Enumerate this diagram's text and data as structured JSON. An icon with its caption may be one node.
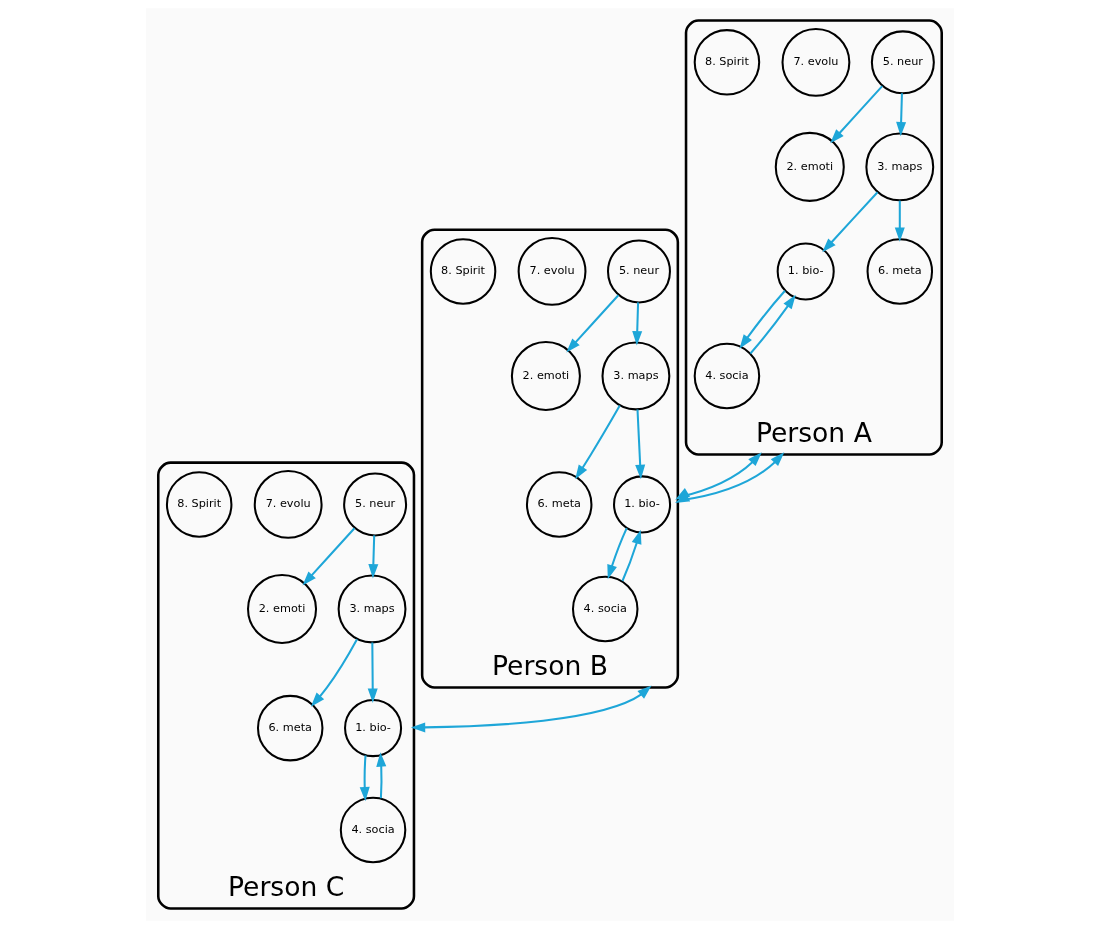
{
  "diagram": {
    "nodes": [
      {
        "text": [
          "Person A"
        ]
      },
      {
        "text": [
          "1. bio-"
        ],
        "in": 0
      },
      {
        "text": [
          "2. emoti"
        ],
        "in": 0
      },
      {
        "text": [
          "3. maps"
        ],
        "in": 0
      },
      {
        "text": [
          "4. socia"
        ],
        "in": 0
      },
      {
        "text": [
          "5. neur"
        ],
        "in": 0
      },
      {
        "text": [
          "6. meta"
        ],
        "in": 0
      },
      {
        "text": [
          "7. evolu"
        ],
        "in": 0
      },
      {
        "text": [
          "8. Spirit"
        ],
        "in": 0
      },
      {
        "text": [
          "Person B"
        ]
      },
      {
        "text": [
          "1. bio-"
        ],
        "in": 9
      },
      {
        "text": [
          "2. emoti"
        ],
        "in": 9
      },
      {
        "text": [
          "3. maps"
        ],
        "in": 9
      },
      {
        "text": [
          "4. socia"
        ],
        "in": 9
      },
      {
        "text": [
          "5. neur"
        ],
        "in": 9
      },
      {
        "text": [
          "6. meta"
        ],
        "in": 9
      },
      {
        "text": [
          "7. evolu"
        ],
        "in": 9
      },
      {
        "text": [
          "8. Spirit"
        ],
        "in": 9
      },
      {
        "text": [
          "Person C"
        ]
      },
      {
        "text": [
          "1. bio-"
        ],
        "in": 18
      },
      {
        "text": [
          "2. emoti"
        ],
        "in": 18
      },
      {
        "text": [
          "3. maps"
        ],
        "in": 18
      },
      {
        "text": [
          "4. socia"
        ],
        "in": 18
      },
      {
        "text": [
          "5. neur"
        ],
        "in": 18
      },
      {
        "text": [
          "6. meta"
        ],
        "in": 18
      },
      {
        "text": [
          "7. evolu"
        ],
        "in": 18
      },
      {
        "text": [
          "8. Spirit"
        ],
        "in": 18
      }
    ],
    "edges": [
      {
        "from": 3,
        "to": 1,
        "arrow": "to"
      },
      {
        "from": 4,
        "to": 1,
        "arrow": "to"
      },
      {
        "from": 1,
        "to": 4,
        "arrow": "to"
      },
      {
        "from": 5,
        "to": 2,
        "arrow": "to"
      },
      {
        "from": 5,
        "to": 3,
        "arrow": "to"
      },
      {
        "from": 3,
        "to": 6,
        "arrow": "to"
      },
      {
        "from": 12,
        "to": 10,
        "arrow": "to"
      },
      {
        "from": 13,
        "to": 10,
        "arrow": "to"
      },
      {
        "from": 10,
        "to": 13,
        "arrow": "to"
      },
      {
        "from": 14,
        "to": 11,
        "arrow": "to"
      },
      {
        "from": 14,
        "to": 12,
        "arrow": "to"
      },
      {
        "from": 12,
        "to": 15,
        "arrow": "to"
      },
      {
        "from": 21,
        "to": 19,
        "arrow": "to"
      },
      {
        "from": 22,
        "to": 19,
        "arrow": "to"
      },
      {
        "from": 19,
        "to": 22,
        "arrow": "to"
      },
      {
        "from": 23,
        "to": 20,
        "arrow": "to"
      },
      {
        "from": 23,
        "to": 21,
        "arrow": "to"
      },
      {
        "from": 21,
        "to": 24,
        "arrow": "to"
      },
      {
        "from": 0,
        "to": 9,
        "arrow": "both"
      },
      {
        "from": 0,
        "to": 9,
        "arrow": "both"
      },
      {
        "from": 9,
        "to": 18,
        "arrow": "both"
      }
    ]
  }
}
